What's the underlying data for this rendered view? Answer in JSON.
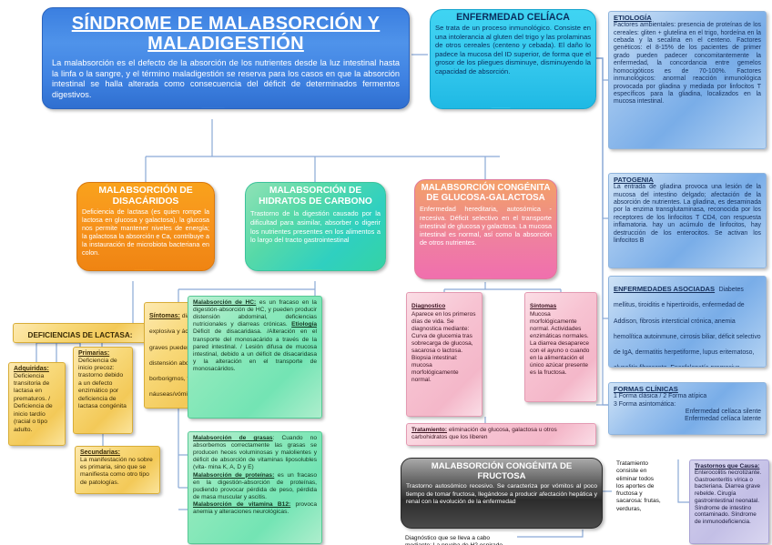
{
  "main": {
    "title": "SÍNDROME DE MALABSORCIÓN Y  MALADIGESTIÓN",
    "body": "La malabsorción es el defecto de la absorción de los nutrientes desde la luz intestinal hasta la linfa o la sangre, y el término maladigestión se reserva para los casos en que la absorción intestinal se halla alterada como consecuencia del déficit de determinados fermentos digestivos."
  },
  "celiaca": {
    "title": "ENFERMEDAD CELÍACA",
    "body": "Se trata de un proceso inmunológico. Consiste en una intolerancia al gluten del trigo y las  prolaminas de otros cereales (centeno y cebada). El daño lo padece la mucosa del ID superior, de forma que el grosor de los pliegues disminuye, disminuyendo la capacidad de absorción."
  },
  "etiologia": {
    "heading": "ETIOLOGÍA",
    "body": "Factores ambientales: presencia de proteínas de los cereales: gliten + glutelina en el trigo, hordeína en la cebada y la secalina en el centeno. Factores genéticos: el 8-15% de los pacientes de primer grado pueden padecer concomitantemente la enfermedad, la concordancia entre gemelos homocigóticos es de 70-100%. Factores inmunológicos: anormal reacción inmunológica  provocada por gliadina y mediada por linfocitos T específicos para la gliadina, localizados en la mucosa intestinal."
  },
  "patogenia": {
    "heading": "PATOGENIA",
    "body": "La entrada de gliadina provoca una lesión de la mucosa del intestino delgado; afectación de la absorción de nutrientes. La gliadina, es desaminada por la enzima transglutaminasa, reconocida por los receptores de los linfocitos T CD4, con respuesta inflamatoria. hay un acúmulo de linfocitos, hay destrucción de los enterocitos. Se activan  los linfocitos B"
  },
  "asociadas": {
    "heading": "ENFERMEDADES ASOCIADAS",
    "body": "Diabetes mellitus, tiroiditis e hipertiroidis, enfermedad de Addison, fibrosis intersticial crónica, anemia hemolítica autoinmune, cirrosis biliar, déficit selectivo de IgA, dermatitis herpetiforme, lupus eritematoso, alveolitis fibrosante.  Encefalopatía  progresiva, síndromes cerebelo- sos, demencia con atrofia cerebral. Fibrosis quística, síndrome de Down, cistinuria."
  },
  "formas": {
    "heading": "FORMAS CLÍNICAS",
    "line1": "1  Forma clásica / 2  Forma atípica",
    "line2": "3  Forma asintomática:",
    "line3": "Enfermedad celíaca silente",
    "line4": "Enfermedad celíaca  latente"
  },
  "trastornos": {
    "heading": "Trastornos que Causa:",
    "body": "Enterocolitis necrotizante. Gastroenteritis vírica o bacteriana. Diarrea grave rebelde. Cirugía gastrointestinal neonatal. Síndrome de intestino contaminado. Síndrome de inmunodeficiencia."
  },
  "disacaridos": {
    "title": "MALABSORCIÓN DE DISACÁRIDOS",
    "body": "Deficiencia de lactasa (es quien rompe la lactosa en glucosa y galactosa), la glucosa nos permite mantener  niveles de energía; la galactosa la absorción e Ca, contribuye a la instauración de microbiota bacteriana en colon."
  },
  "hidratos": {
    "title": "MALABSORCIÓN DE HIDRATOS DE CARBONO",
    "body": "Trastorno de la digestión causado por la dificultad para asimilar, absorber o digerir los nutrientes presentes en los alimentos a lo largo del tracto gastrointestinal"
  },
  "glucosa_galactosa": {
    "title": "MALABSORCIÓN CONGÉNITA DE GLUCOSA-GALACTOSA",
    "body": "Enfermedad hereditaria, autosómica - recesiva. Déficit selectivo en el transporte intestinal de glucosa y galactosa. La mucosa intestinal es normal, así como la absorción de otros nutrientes."
  },
  "deficiencias_lactasa": {
    "title": "DEFICIENCIAS DE LACTASA:"
  },
  "sintomas_lactasa": {
    "heading": "Síntomas:",
    "body": " diarrea acuosa, explosiva y ácida. Síntomas graves pueden provocar distensión abdominal, borborigmos, flatulencias, náuseas/vómitos, dolor abdominal, deshidratación, falta de incremento ponderal, aversión a los alimentos que contienen el HC nocivo"
  },
  "adquiridas": {
    "heading": "Adquiridas:",
    "body": "Deficiencia transitoria de lactasa en prematuros. / Deficiencia de inicio tardío (racial o tipo adulto."
  },
  "primarias": {
    "heading": "Primarias:",
    "body": "Deficiencia de inicio precoz: trastorno debido a un defecto enzimático por deficiencia de lactasa congénita"
  },
  "secundarias": {
    "heading": "Secundarias:",
    "body": "La manifestación no sobre es primaria, sino que se manifiesta como otro tipo de patologías."
  },
  "malabsorcion_hc": {
    "heading": "Malabsorción de HC:",
    "body1": " es un fracaso en la digestión-absorción de HC, y pueden producir distensión abdominal, deficiencias nutricionales y diarreas crónicas. ",
    "heading2": "Etiología",
    "body2": "Déficit de disacaridasa. /Alteración en el transporte del monosacárido a través de la pared intestinal. / Lesión difusa de mucosa intestinal, debido a un déficit de disacaridasa y la alteración en  el transporte de monosacáridos."
  },
  "malabsorcion_resto": {
    "heading1": "Malabsorción de grasas",
    "body1": ": Cuando no absorbemos correctamente las grasas se producen heces voluminosas y malolientes y déficit de absorción de vitaminas liposolubles (vita- mina K, A, D y E)",
    "heading2": "Malabsorción de proteínas:",
    "body2": " es un fracaso en la digestión-absorción de proteínas, pudiendo provocar pérdida de peso, pérdida de masa muscular y ascitis.",
    "heading3": "Malabsorción de vitamina B12:",
    "body3": " provoca anemia y alteraciones neurológicas."
  },
  "diagnostico_gg": {
    "heading": "Diagnostico",
    "body": "Aparece en los primeros días de vida. Se diagnostica mediante: Curva de glucemia tras sobrecarga de glucosa, sacarosa o lactosa. Biopsia intestinal: mucosa morfológicamente normal."
  },
  "sintomas_gg": {
    "heading": "Síntomas",
    "body": "Mucosa morfológicamente normal. Actividades enzimáticas normales. La diarrea desaparece con el ayuno o cuando en la alimentación el único azúcar presente es la fructosa."
  },
  "tratamiento_gg": {
    "heading": "Tratamiento:",
    "body": " eliminación de glucosa, galactosa u otros carbohidratos que los liberen"
  },
  "fructosa": {
    "title": "MALABSORCIÓN CONGÉNITA DE FRUCTOSA",
    "body": "Trastorno autosómico recesivo. Se caracteriza por vómitos al poco tiempo de tomar fructosa, llegándose a producir afectación hepática y renal con la evolución de la enfermedad"
  },
  "tratamiento_fructosa": {
    "body": "Tratamiento consiste en eliminar todos los aportes de fructosa y sacarosa: frutas, verduras,"
  },
  "diagnostico_h2": {
    "body": "Diagnóstico que se lleva a cabo mediante: La prueba de H2 espirado"
  },
  "colors": {
    "main_blue": "#3f82e2",
    "celiaca_cyan": "#2ac2e9",
    "orange": "#f7941d",
    "green": "#44d2ad",
    "pink": "#f073ab",
    "yellow": "#f3c958",
    "right_blue": "#9dc3ee",
    "purple": "#c3bfe6",
    "dark": "#2c2c2c",
    "connector": "#8aa9d6"
  }
}
